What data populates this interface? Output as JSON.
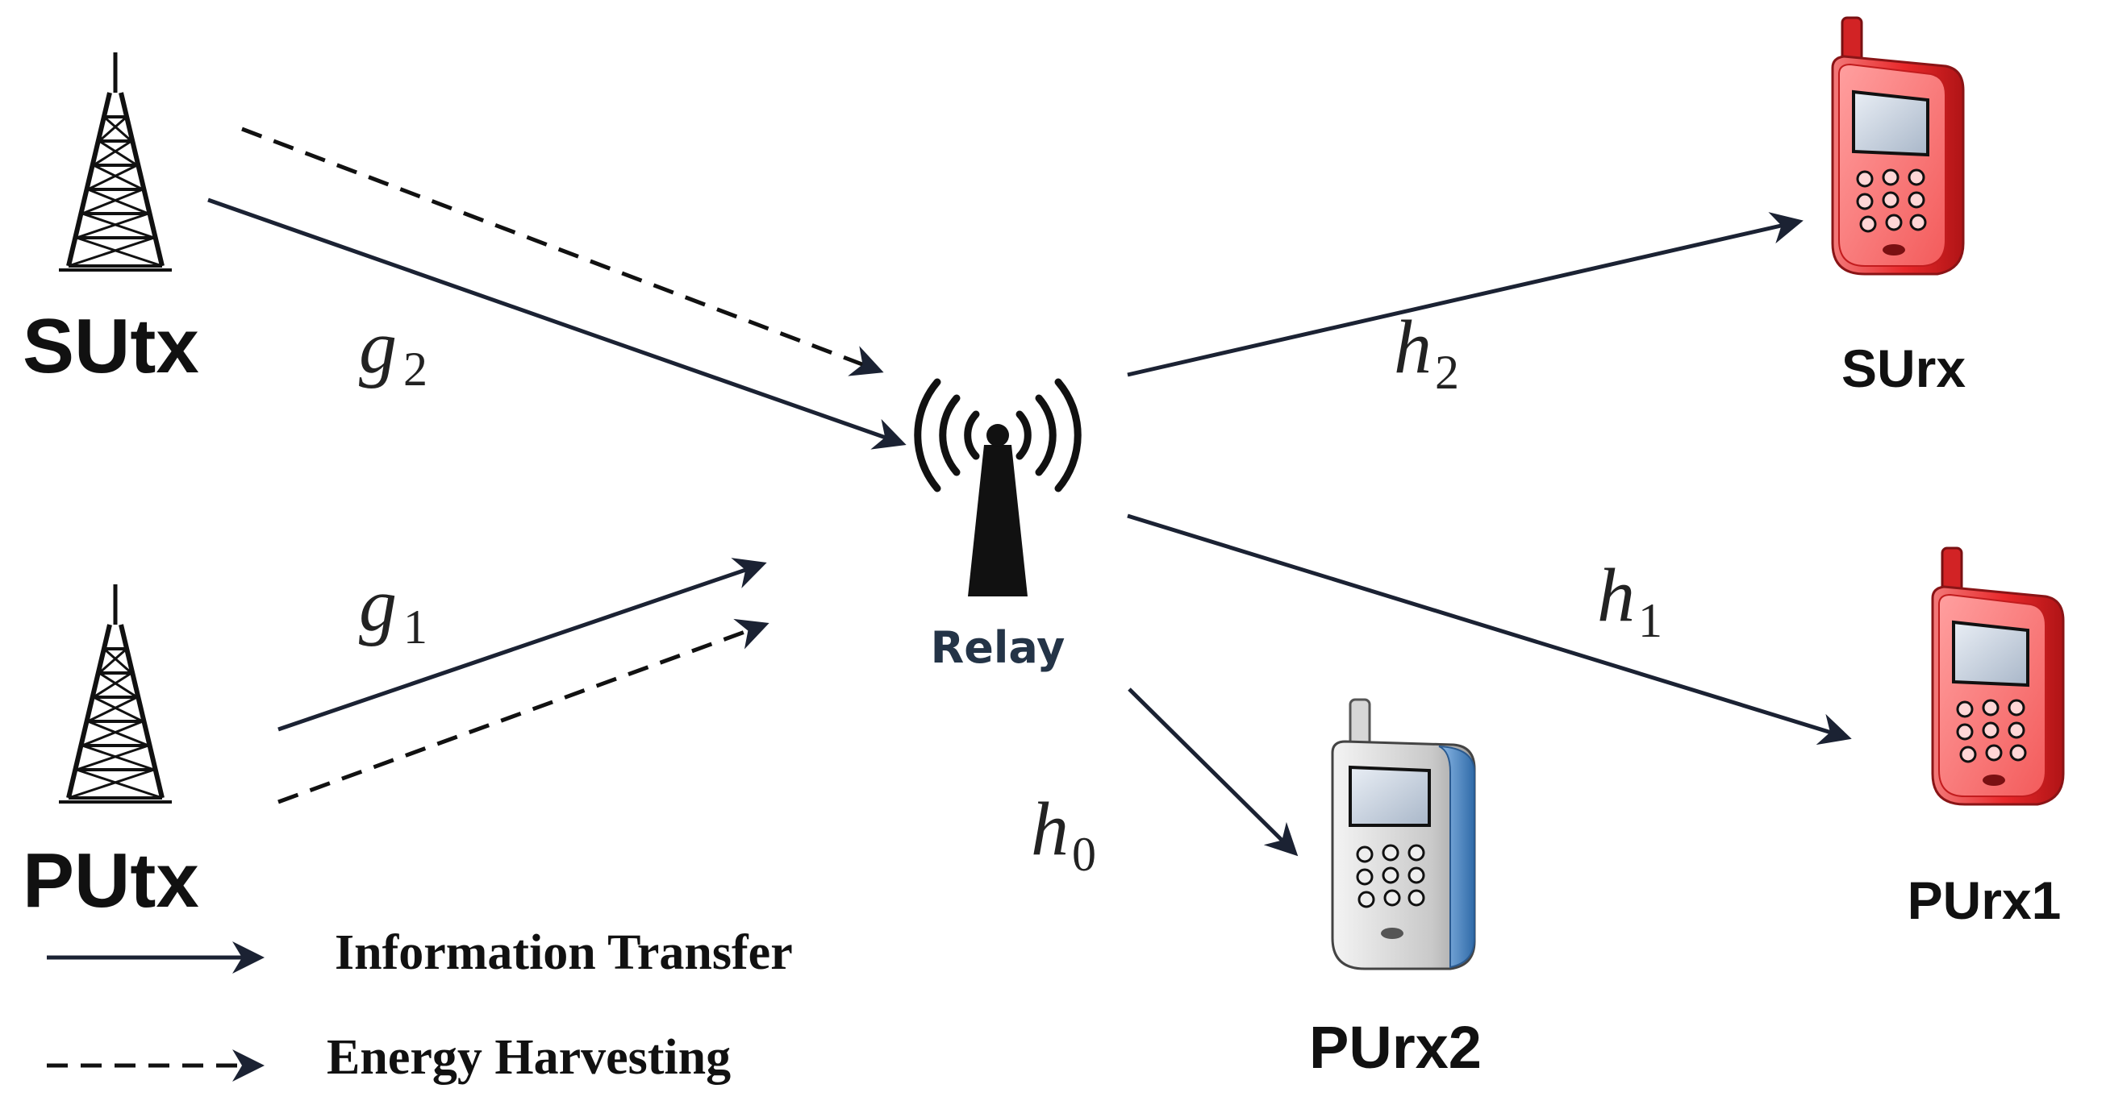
{
  "nodes": {
    "sutx": {
      "label": "SUtx",
      "icon": "transmission-tower-icon"
    },
    "putx": {
      "label": "PUtx",
      "icon": "transmission-tower-icon"
    },
    "relay": {
      "label": "Relay",
      "icon": "relay-antenna-icon"
    },
    "surx": {
      "label": "SUrx",
      "icon": "red-mobile-phone-icon"
    },
    "purx1": {
      "label": "PUrx1",
      "icon": "red-mobile-phone-icon"
    },
    "purx2": {
      "label": "PUrx2",
      "icon": "blue-mobile-phone-icon"
    }
  },
  "channels": {
    "g2": {
      "base": "g",
      "sub": "2"
    },
    "g1": {
      "base": "g",
      "sub": "1"
    },
    "h2": {
      "base": "h",
      "sub": "2"
    },
    "h1": {
      "base": "h",
      "sub": "1"
    },
    "h0": {
      "base": "h",
      "sub": "0"
    }
  },
  "legend": {
    "information": "Information Transfer",
    "energy": "Energy Harvesting"
  },
  "colors": {
    "line": "#1b2233",
    "phone_red": "#e8282a",
    "phone_blue": "#4a86c8",
    "relay_text": "#243447"
  }
}
